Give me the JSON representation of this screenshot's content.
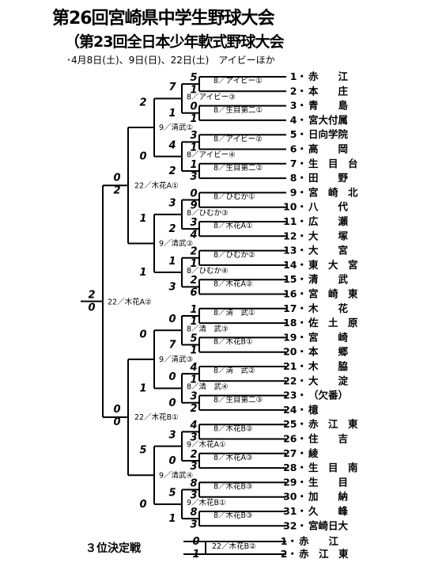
{
  "title": "第26回宮崎県中学生野球大会",
  "subtitle": "（第23回全日本少年軟式野球大会",
  "dates": "･4月8日(土)、9日(日)、22日(土)　アイビーほか",
  "teams": [
    {
      "seed": "1",
      "name": "赤　　江"
    },
    {
      "seed": "2",
      "name": "本　　庄"
    },
    {
      "seed": "3",
      "name": "青　　島"
    },
    {
      "seed": "4",
      "name": "宮大付属"
    },
    {
      "seed": "5",
      "name": "日向学院"
    },
    {
      "seed": "6",
      "name": "高　　岡"
    },
    {
      "seed": "7",
      "name": "生　目　台"
    },
    {
      "seed": "8",
      "name": "田　　野"
    },
    {
      "seed": "9",
      "name": "宮　崎　北"
    },
    {
      "seed": "10",
      "name": "八　　代"
    },
    {
      "seed": "11",
      "name": "広　　瀬"
    },
    {
      "seed": "12",
      "name": "大　　塚"
    },
    {
      "seed": "13",
      "name": "大　　宮"
    },
    {
      "seed": "14",
      "name": "東　大　宮"
    },
    {
      "seed": "15",
      "name": "清　　武"
    },
    {
      "seed": "16",
      "name": "宮　崎　東"
    },
    {
      "seed": "17",
      "name": "木　　花"
    },
    {
      "seed": "18",
      "name": "佐　土　原"
    },
    {
      "seed": "19",
      "name": "宮　　崎"
    },
    {
      "seed": "20",
      "name": "本　　郷"
    },
    {
      "seed": "21",
      "name": "木　　脇"
    },
    {
      "seed": "22",
      "name": "大　　淀"
    },
    {
      "seed": "23",
      "name": "（欠番）"
    },
    {
      "seed": "24",
      "name": "檍"
    },
    {
      "seed": "25",
      "name": "赤　江　東"
    },
    {
      "seed": "26",
      "name": "住　　吉"
    },
    {
      "seed": "27",
      "name": "綾"
    },
    {
      "seed": "28",
      "name": "生　目　南"
    },
    {
      "seed": "29",
      "name": "生　　目"
    },
    {
      "seed": "30",
      "name": "加　　納"
    },
    {
      "seed": "31",
      "name": "久　　峰"
    },
    {
      "seed": "32",
      "name": "宮崎日大"
    }
  ],
  "r1": [
    {
      "top": "5",
      "bottom": "1",
      "venue": "8／アイビー①"
    },
    {
      "top": "0",
      "bottom": "1",
      "venue": "8／生目第二①"
    },
    {
      "top": "3",
      "bottom": "1",
      "venue": "8／アイビー②"
    },
    {
      "top": "1",
      "bottom": "3",
      "venue": "8／生目第二②"
    },
    {
      "top": "0",
      "bottom": "9",
      "venue": "8／ひむか①"
    },
    {
      "top": "3",
      "bottom": "4",
      "venue": "8／木花A①"
    },
    {
      "top": "2",
      "bottom": "1",
      "venue": "8／ひむか②"
    },
    {
      "top": "2",
      "bottom": "6",
      "venue": "8／木花A②"
    },
    {
      "top": "1",
      "bottom": "1",
      "venue": "8／清　武①"
    },
    {
      "top": "5",
      "bottom": "1",
      "venue": "8／木花B①"
    },
    {
      "top": "4",
      "bottom": "1",
      "venue": "8／清　武②"
    },
    {
      "top": "3",
      "bottom": "2",
      "venue": "8／生目第二③"
    },
    {
      "top": "4",
      "bottom": "3",
      "venue": "8／木花B②"
    },
    {
      "top": "2",
      "bottom": "3",
      "venue": "8／木花A③"
    },
    {
      "top": "8",
      "bottom": "3",
      "venue": "8／木花B③"
    }
  ],
  "r2": [
    {
      "top": "7",
      "bottom": "1",
      "venue": "8／アイビー③"
    },
    {
      "top": "4",
      "bottom": "2",
      "venue": "8／アイビー④"
    },
    {
      "top": "3",
      "bottom": "2",
      "venue": "8／ひむか③"
    },
    {
      "top": "1",
      "bottom": "3",
      "venue": "8／ひむか④"
    },
    {
      "top": "0",
      "bottom": "7",
      "venue": "8／清　武③"
    },
    {
      "top": "0",
      "bottom": "0",
      "venue": "8／清　武④"
    },
    {
      "top": "3",
      "bottom": "0",
      "venue": "9／木花A①"
    },
    {
      "top": "5",
      "bottom": "1",
      "venue": "9／木花B①"
    }
  ],
  "qf": [
    {
      "top": "2",
      "bottom": "0",
      "venue": "9／清武①"
    },
    {
      "top": "1",
      "bottom": "1",
      "venue": "9／清武②"
    },
    {
      "top": "0",
      "bottom": "1",
      "venue": "9／清武③"
    },
    {
      "top": "5",
      "bottom": "0",
      "venue": "9／清武④"
    }
  ],
  "sf": [
    {
      "top": "0",
      "bottom": "2",
      "venue": "22／木花A①"
    },
    {
      "top": "0",
      "bottom": "0",
      "venue": "22／木花B①"
    }
  ],
  "final": {
    "top": "2",
    "bottom": "0",
    "venue": "22／木花A②"
  },
  "third": {
    "label": "３位決定戦",
    "top": "0",
    "bottom": "1",
    "venue": "22／木花B②",
    "teams": [
      {
        "seed": "1",
        "name": "赤　　江"
      },
      {
        "seed": "2",
        "name": "赤　江　東"
      }
    ]
  }
}
